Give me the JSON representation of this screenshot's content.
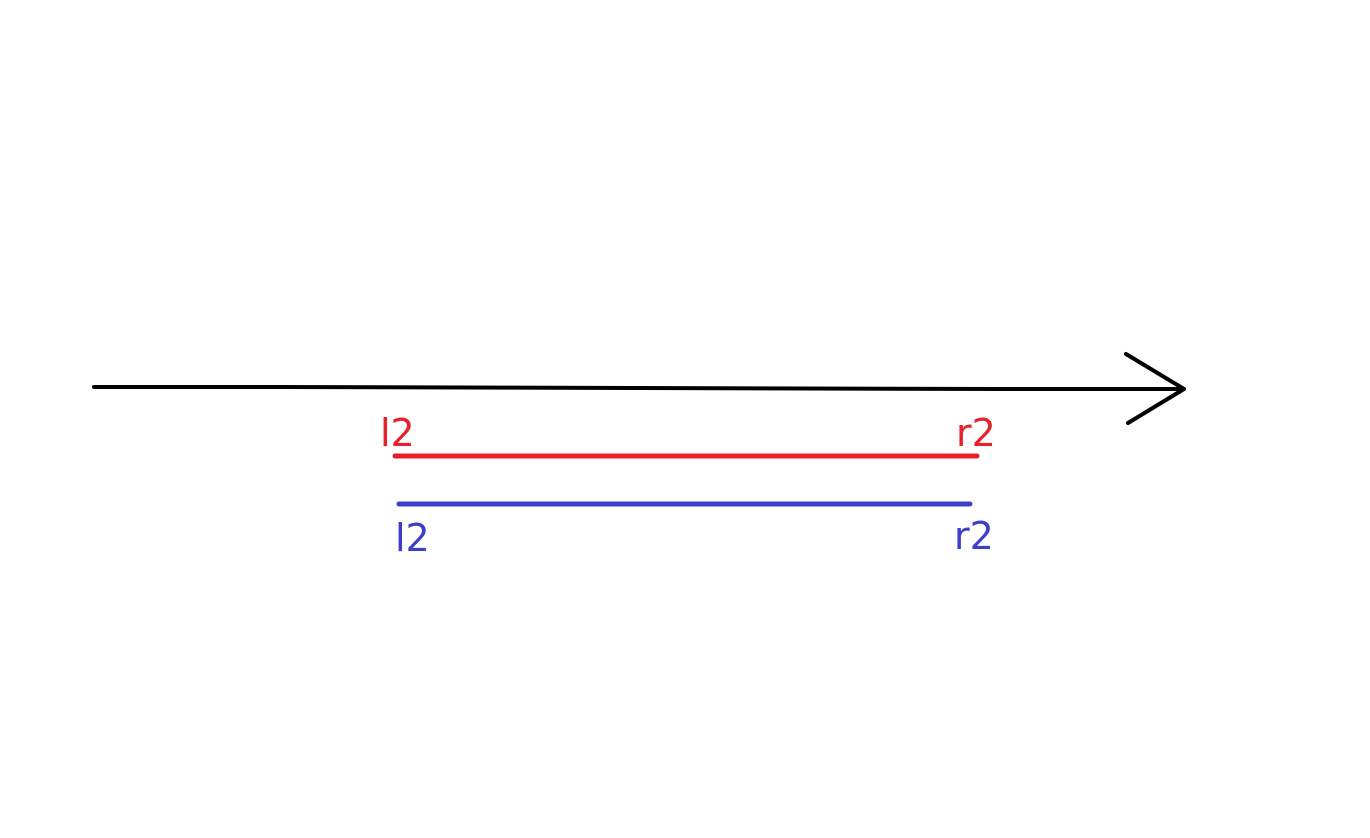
{
  "colors": {
    "axis": "#000000",
    "red_segment": "#e8202a",
    "blue_segment": "#3b3fcc",
    "background": "#ffffff"
  },
  "segments": {
    "red": {
      "left_label": "l2",
      "right_label": "r2"
    },
    "blue": {
      "left_label": "l2",
      "right_label": "r2"
    }
  }
}
